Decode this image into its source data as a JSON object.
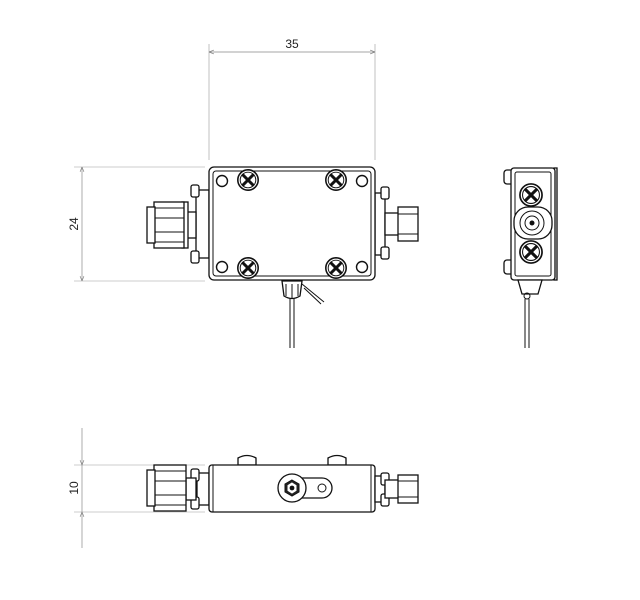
{
  "dimensions": {
    "width_label": "35",
    "height_label": "24",
    "depth_label": "10"
  }
}
